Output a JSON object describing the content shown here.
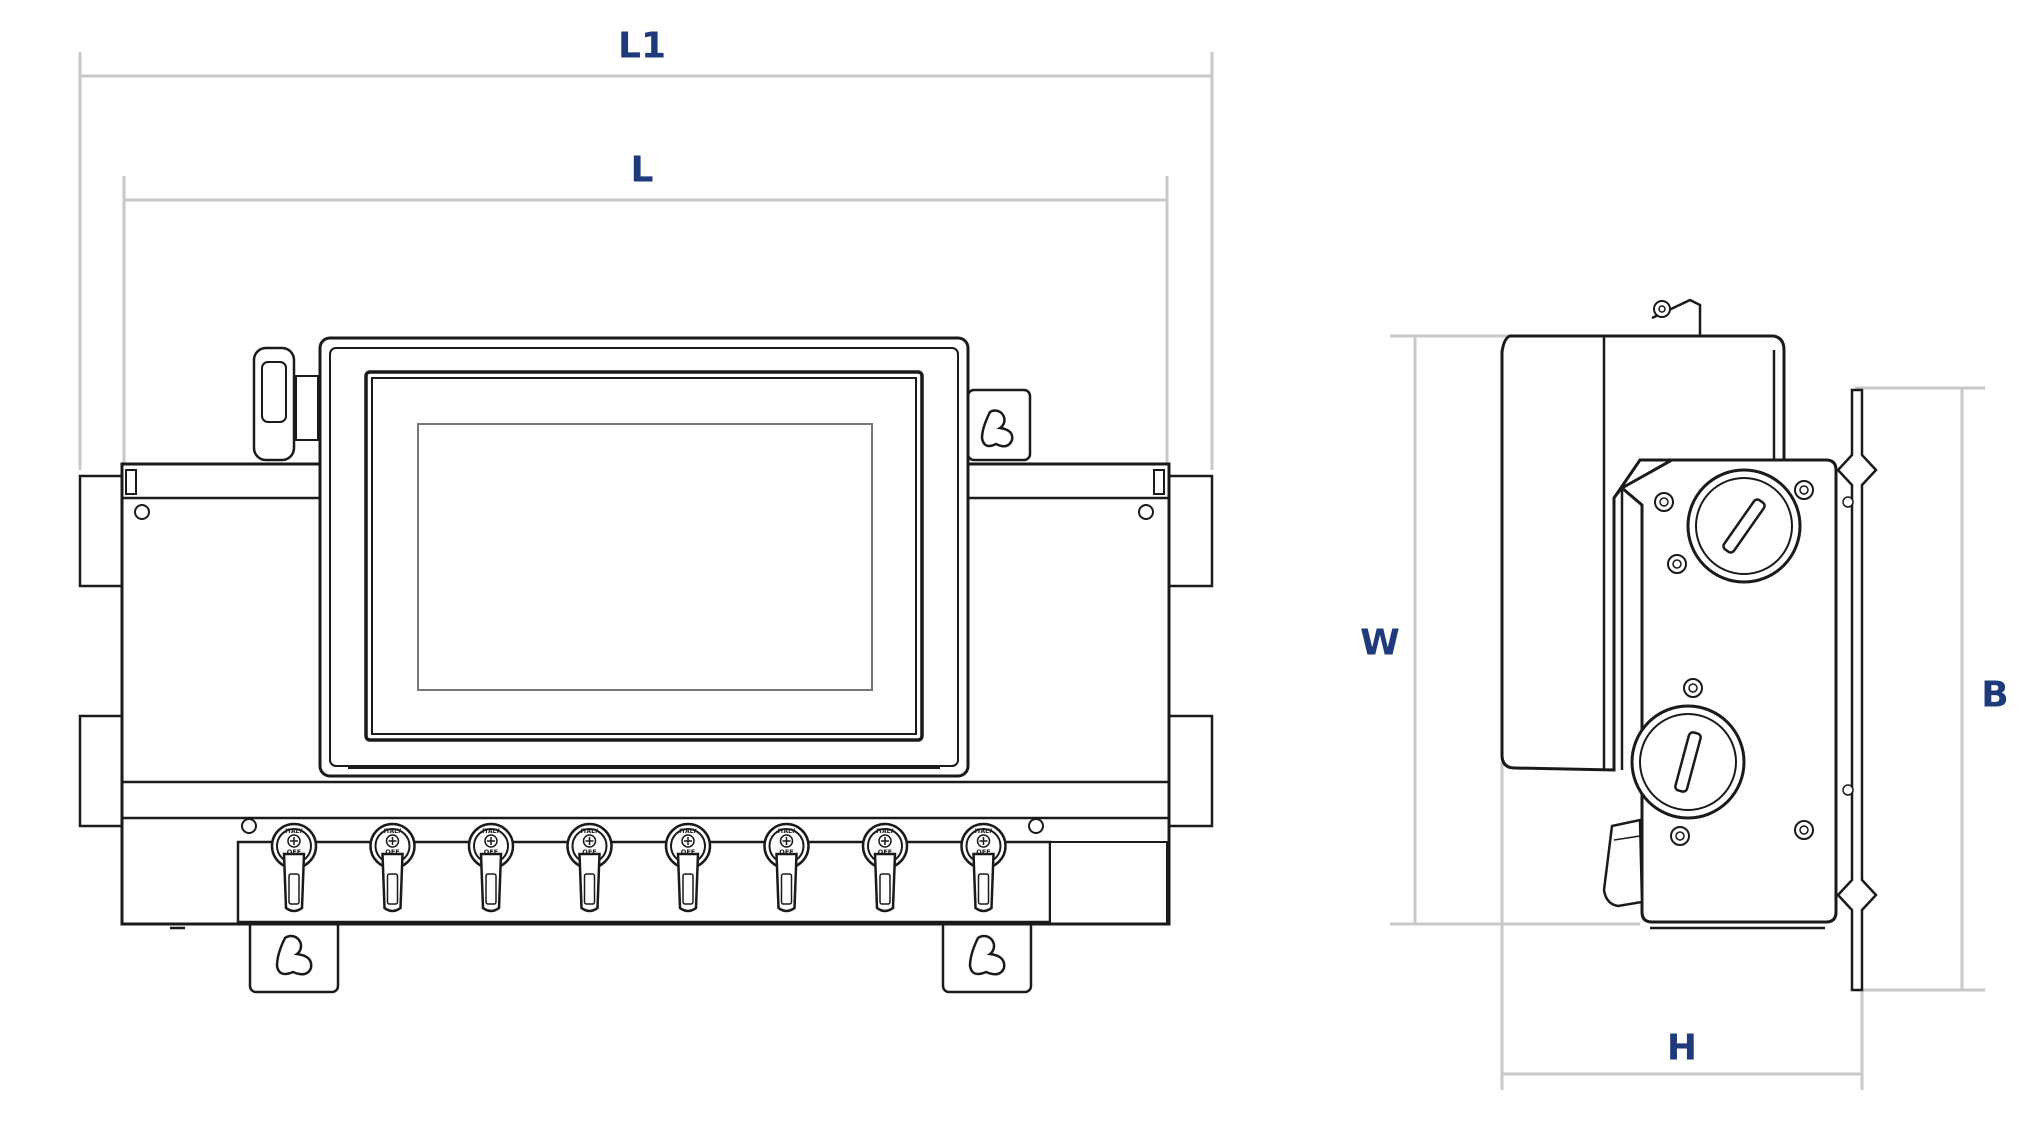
{
  "dimensions": {
    "L1": "L1",
    "L": "L",
    "W": "W",
    "B": "B",
    "H": "H"
  },
  "switch_markings": {
    "top": "ITALY",
    "bottom": "OFF"
  },
  "switch_count": 8,
  "colors": {
    "label": "#1f3a7a",
    "outline": "#1a1a1a",
    "dimension_line": "#c8c8c8",
    "background": "#ffffff"
  }
}
